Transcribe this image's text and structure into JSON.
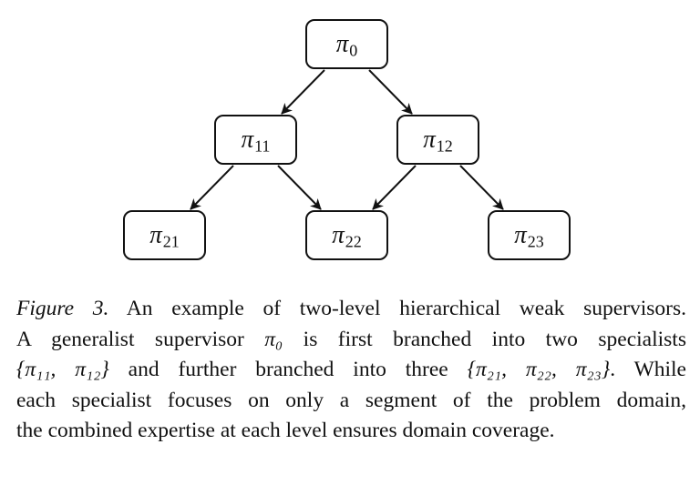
{
  "diagram": {
    "nodes": [
      {
        "id": "pi0",
        "symbol": "π",
        "sub": "0"
      },
      {
        "id": "pi11",
        "symbol": "π",
        "sub": "11"
      },
      {
        "id": "pi12",
        "symbol": "π",
        "sub": "12"
      },
      {
        "id": "pi21",
        "symbol": "π",
        "sub": "21"
      },
      {
        "id": "pi22",
        "symbol": "π",
        "sub": "22"
      },
      {
        "id": "pi23",
        "symbol": "π",
        "sub": "23"
      }
    ],
    "edges": [
      {
        "from": "pi0",
        "to": "pi11"
      },
      {
        "from": "pi0",
        "to": "pi12"
      },
      {
        "from": "pi11",
        "to": "pi21"
      },
      {
        "from": "pi11",
        "to": "pi22"
      },
      {
        "from": "pi12",
        "to": "pi22"
      },
      {
        "from": "pi12",
        "to": "pi23"
      }
    ]
  },
  "caption": {
    "figure_label": "Figure 3.",
    "line1": " An example of two-level hierarchical weak supervisors.",
    "line2a": "A generalist supervisor ",
    "line2_math": "π₀",
    "line2b": " is first branched into two specialists",
    "line3_set1": "{π₁₁, π₁₂}",
    "line3_mid": " and further branched into three ",
    "line3_set2": "{π₂₁, π₂₂, π₂₃}",
    "line3_end": ". While",
    "line4": "each specialist focuses on only a segment of the problem domain,",
    "line5": "the combined expertise at each level ensures domain coverage."
  }
}
